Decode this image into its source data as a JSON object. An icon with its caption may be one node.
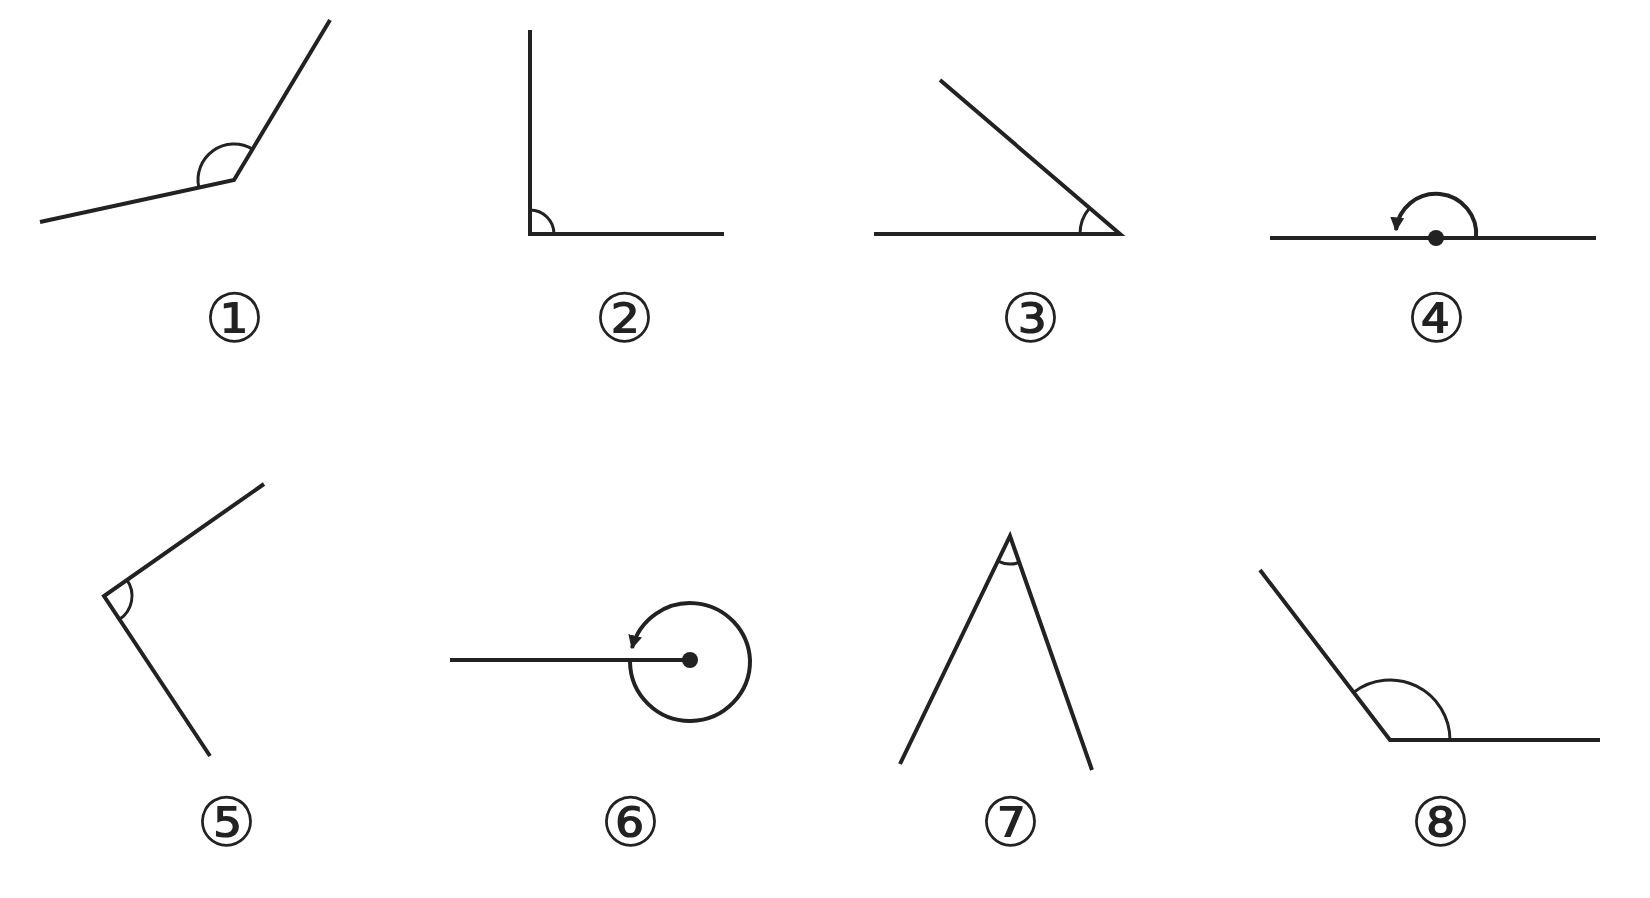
{
  "diagram": {
    "labels": [
      "①",
      "②",
      "③",
      "④",
      "⑤",
      "⑥",
      "⑦",
      "⑧"
    ]
  }
}
